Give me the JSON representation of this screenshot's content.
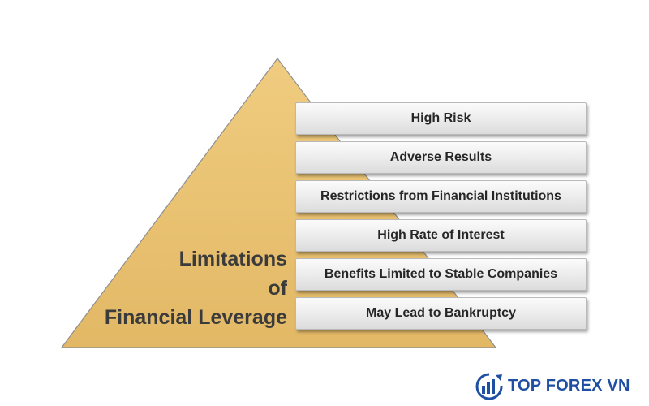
{
  "diagram": {
    "title_lines": [
      "Limitations",
      "of",
      "Financial Leverage"
    ],
    "items": [
      "High Risk",
      "Adverse Results",
      "Restrictions from Financial Institutions",
      "High Rate of Interest",
      "Benefits Limited to Stable Companies",
      "May Lead to Bankruptcy"
    ]
  },
  "watermark": {
    "text": "TOP FOREX VN"
  },
  "colors": {
    "pyramid_fill": "#e8c06f",
    "pyramid_stroke": "#8f8f8f",
    "title_text": "#3b3b3b",
    "bar_text": "#262626",
    "logo_blue": "#1f4fa3"
  }
}
